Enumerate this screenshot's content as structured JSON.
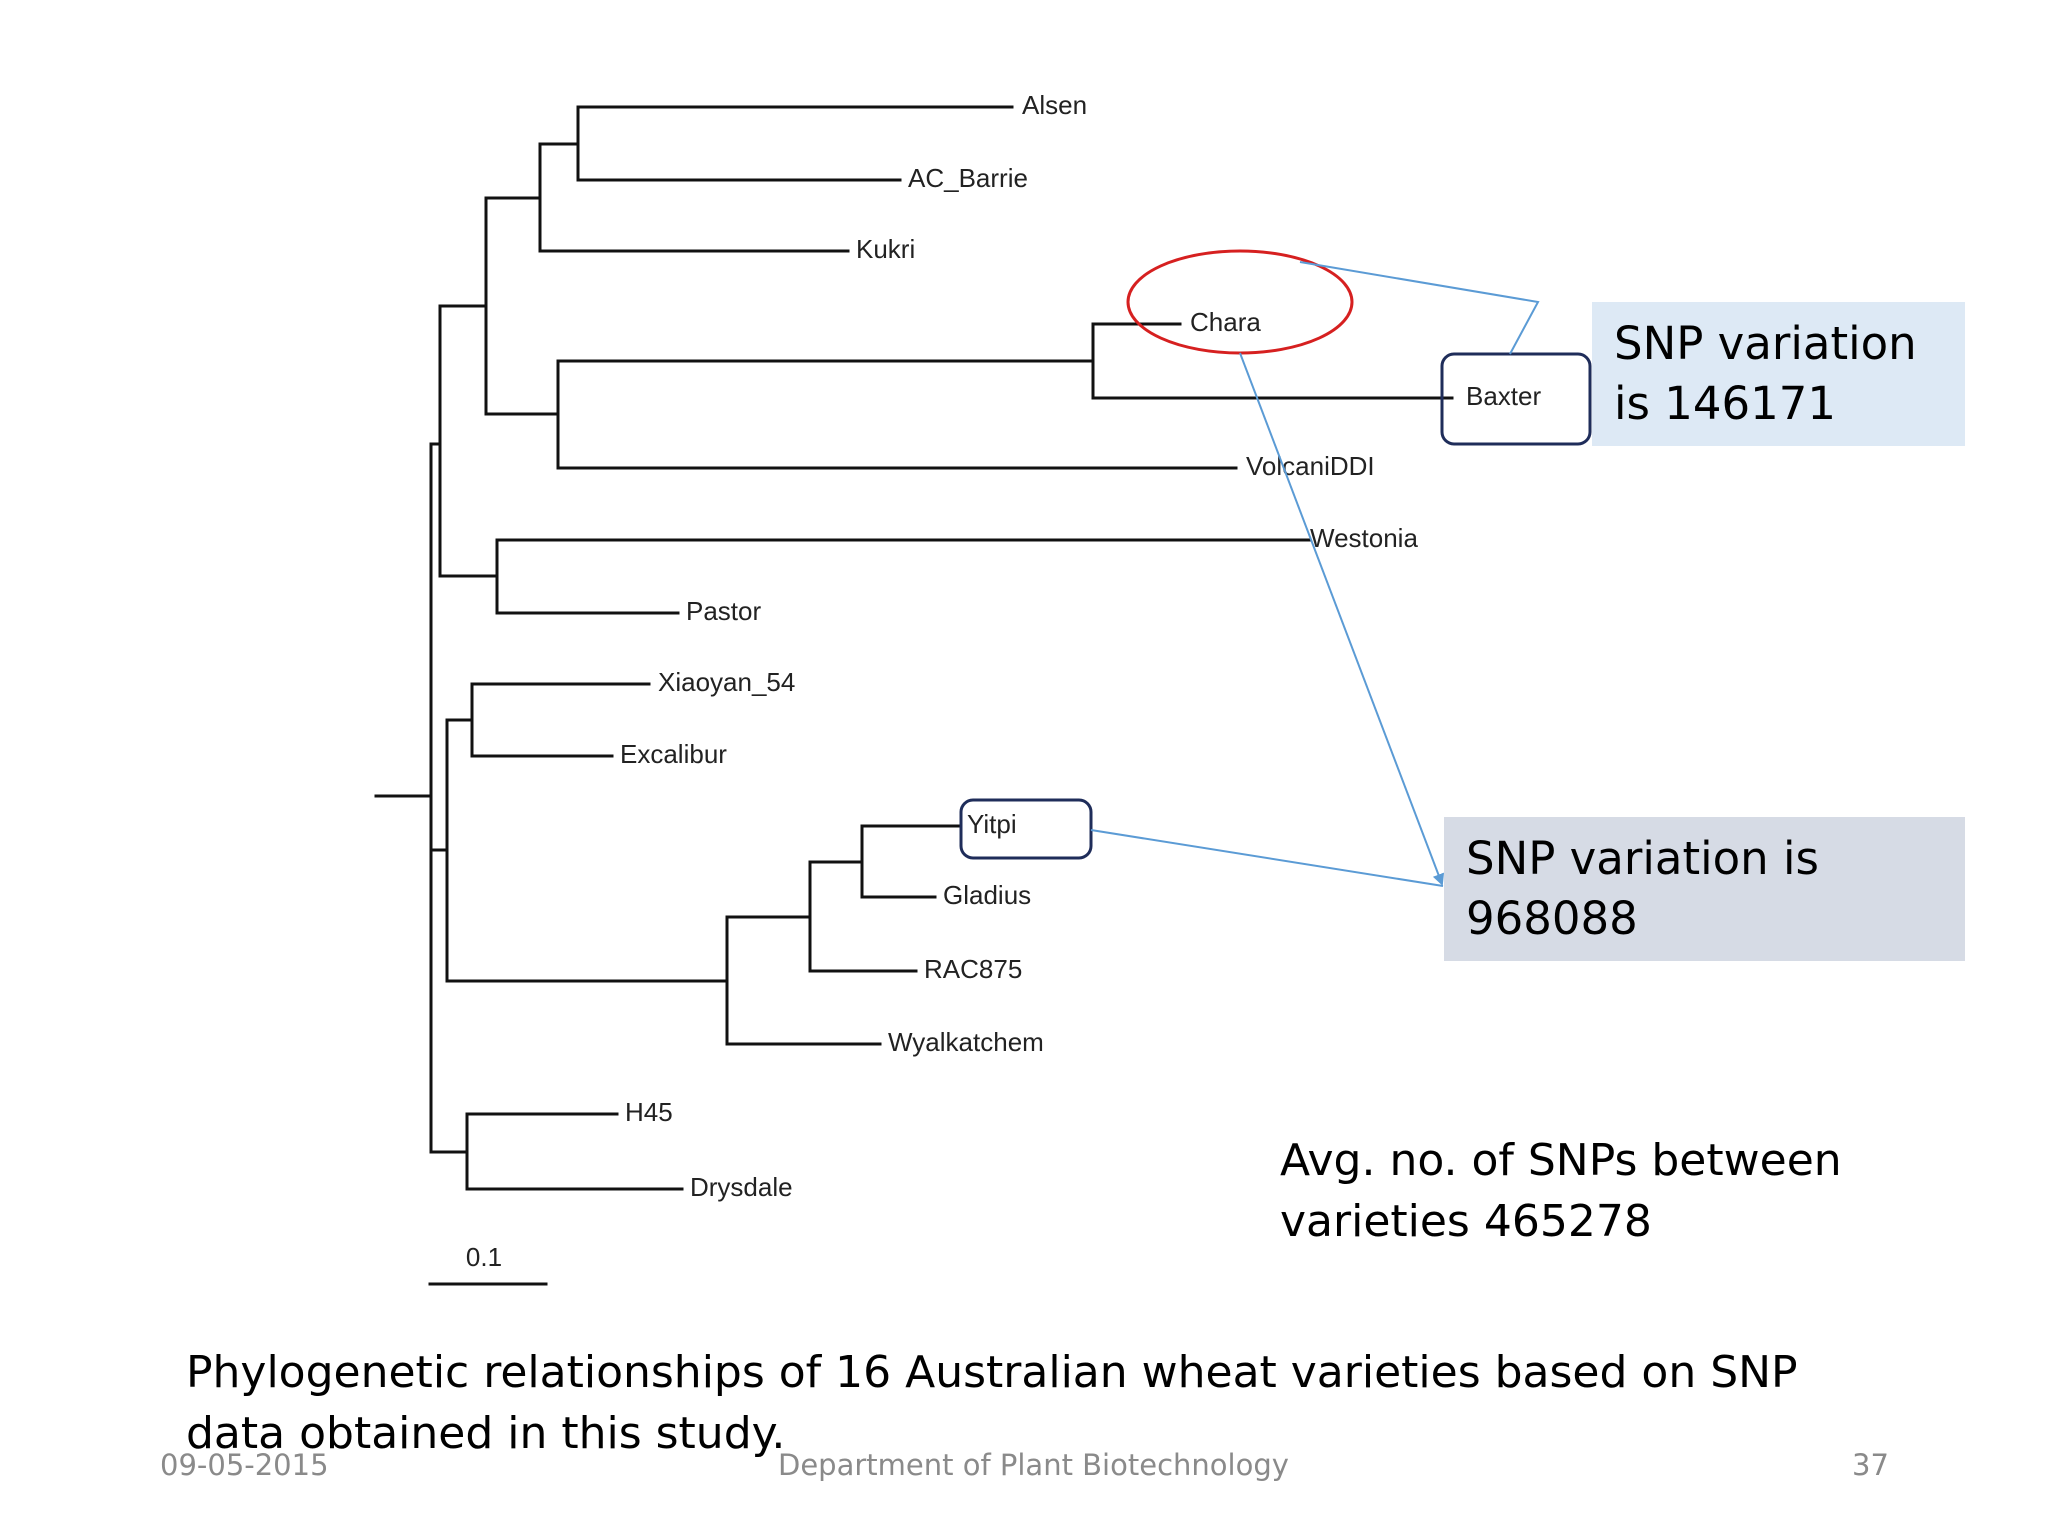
{
  "tree": {
    "taxa": [
      {
        "key": "alsen",
        "name": "Alsen"
      },
      {
        "key": "ac-barrie",
        "name": "AC_Barrie"
      },
      {
        "key": "kukri",
        "name": "Kukri"
      },
      {
        "key": "chara",
        "name": "Chara"
      },
      {
        "key": "baxter",
        "name": "Baxter"
      },
      {
        "key": "volcaniddi",
        "name": "VolcaniDDI"
      },
      {
        "key": "westonia",
        "name": "Westonia"
      },
      {
        "key": "pastor",
        "name": "Pastor"
      },
      {
        "key": "xiaoyan-54",
        "name": "Xiaoyan_54"
      },
      {
        "key": "excalibur",
        "name": "Excalibur"
      },
      {
        "key": "yitpi",
        "name": "Yitpi"
      },
      {
        "key": "gladius",
        "name": "Gladius"
      },
      {
        "key": "rac875",
        "name": "RAC875"
      },
      {
        "key": "wyalkatchem",
        "name": "Wyalkatchem"
      },
      {
        "key": "h45",
        "name": "H45"
      },
      {
        "key": "drysdale",
        "name": "Drysdale"
      }
    ],
    "scale_bar_label": "0.1",
    "line_color": "#111111",
    "circle_color": "#d62020",
    "box_color": "#1f2d5a",
    "arrow_color": "#5b9bd5"
  },
  "callouts": {
    "top": "SNP variation is 146171",
    "bottom": "SNP variation is 968088"
  },
  "avg_note": "Avg. no. of SNPs between varieties 465278",
  "caption": "Phylogenetic relationships of 16 Australian wheat varieties based on SNP data obtained in this study.",
  "footer": {
    "date": "09-05-2015",
    "department": "Department of Plant Biotechnology",
    "page": "37"
  }
}
